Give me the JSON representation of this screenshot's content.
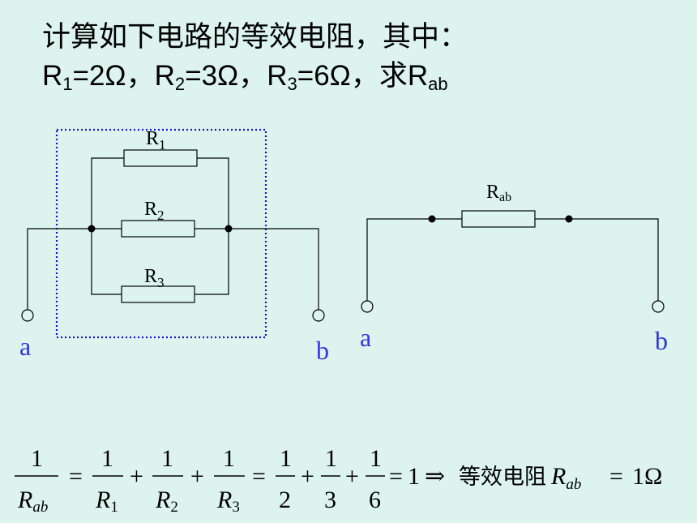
{
  "title": {
    "line1": "计算如下电路的等效电阻，其中：",
    "r1_label": "R",
    "r1_sub": "1",
    "r1_val": "=2Ω，",
    "r2_label": "R",
    "r2_sub": "2",
    "r2_val": "=3Ω，",
    "r3_label": "R",
    "r3_sub": "3",
    "r3_val": "=6Ω，",
    "ask": "求R",
    "ask_sub": "ab"
  },
  "left_circuit": {
    "r1": "R",
    "r1_sub": "1",
    "r2": "R",
    "r2_sub": "2",
    "r3": "R",
    "r3_sub": "3",
    "terminal_a": "a",
    "terminal_b": "b"
  },
  "right_circuit": {
    "rab": "R",
    "rab_sub": "ab",
    "terminal_a": "a",
    "terminal_b": "b"
  },
  "formula": {
    "one": "1",
    "r": "R",
    "ab": "ab",
    "sub1": "1",
    "sub2": "2",
    "sub3": "3",
    "d2": "2",
    "d3": "3",
    "d6": "6",
    "eq": "=",
    "plus": "+",
    "result": "1",
    "implies": "⇒",
    "text": "等效电阻",
    "final_r": "R",
    "final_sub": "ab",
    "final_val": "1Ω"
  },
  "colors": {
    "background": "#ddf4ee",
    "terminal_label": "#3333dd",
    "dotted_box": "#1111cc"
  }
}
